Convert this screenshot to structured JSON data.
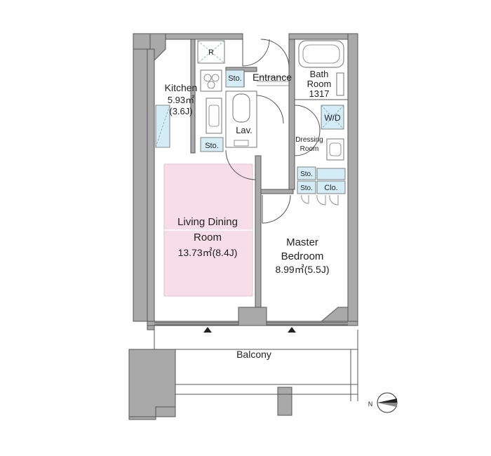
{
  "rooms": {
    "kitchen": {
      "name": "Kitchen",
      "area": "5.93㎡",
      "jo": "(3.6J)"
    },
    "living": {
      "line1": "Living Dining",
      "line2": "Room",
      "area": "13.73㎡(8.4J)"
    },
    "master": {
      "line1": "Master",
      "line2": "Bedroom",
      "area": "8.99㎡(5.5J)"
    },
    "bath": {
      "line1": "Bath",
      "line2": "Room",
      "code": "1317"
    },
    "entrance": "Entrance",
    "lav": "Lav.",
    "dressing": {
      "line1": "Dressing",
      "line2": "Room"
    },
    "balcony": "Balcony"
  },
  "storage": {
    "sto_entrance": "Sto.",
    "sto_kitchen": "Sto.",
    "sto_dress1": "Sto.",
    "sto_dress2": "Sto.",
    "clo": "Clo."
  },
  "fixtures": {
    "fridge": "R",
    "washer": "W/D"
  },
  "compass": {
    "label": "N"
  },
  "colors": {
    "living_fill": "#f6dde7",
    "storage_fill": "#d4ecf5",
    "wall_fill": "#a9a9a9"
  }
}
